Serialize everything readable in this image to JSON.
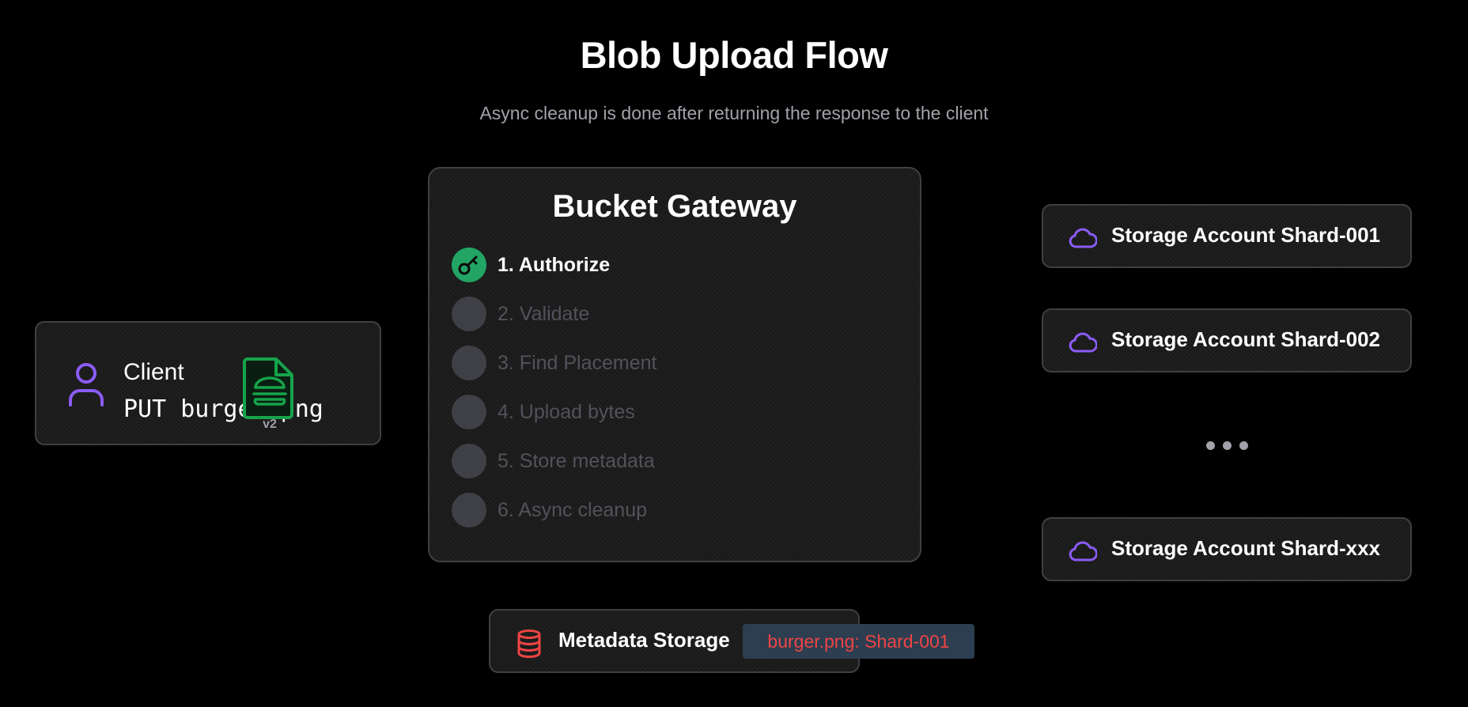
{
  "title": "Blob Upload Flow",
  "subtitle": "Async cleanup is done after returning the response to the client",
  "client": {
    "name": "Client",
    "command": "PUT burger.png",
    "icon": "user-icon",
    "file_badge": {
      "icon": "burger-file-icon",
      "version": "v2"
    }
  },
  "gateway": {
    "title": "Bucket Gateway",
    "steps": [
      {
        "label": "1. Authorize",
        "icon": "key-icon",
        "active": true
      },
      {
        "label": "2. Validate",
        "active": false
      },
      {
        "label": "3. Find Placement",
        "active": false
      },
      {
        "label": "4. Upload bytes",
        "active": false
      },
      {
        "label": "5. Store metadata",
        "active": false
      },
      {
        "label": "6. Async cleanup",
        "active": false
      }
    ]
  },
  "shards": [
    {
      "label": "Storage Account Shard-001",
      "icon": "cloud-icon"
    },
    {
      "label": "Storage Account Shard-002",
      "icon": "cloud-icon"
    },
    {
      "label": "Storage Account Shard-xxx",
      "icon": "cloud-icon"
    }
  ],
  "metadata": {
    "label": "Metadata Storage",
    "icon": "database-icon",
    "record": "burger.png: Shard-001"
  },
  "colors": {
    "background": "#000000",
    "active_step": "#22a564",
    "inactive_step": "#3f3f46",
    "cloud_icon": "#8b5cf6",
    "user_icon": "#8b5cf6",
    "database_icon": "#ef4444",
    "file_badge": "#16a34a",
    "record_text": "#ef4444",
    "record_bg": "#2c3e50"
  }
}
